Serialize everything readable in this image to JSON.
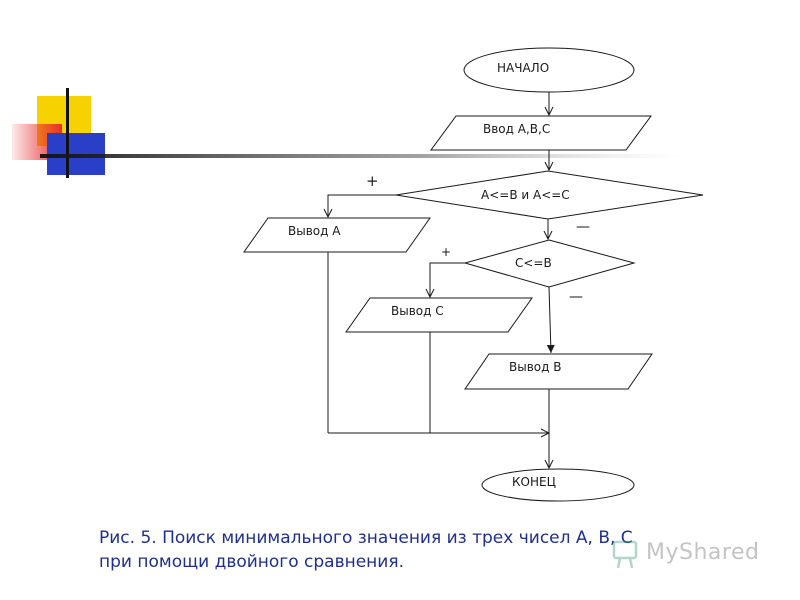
{
  "nodes": {
    "start": "НАЧАЛО",
    "input": "Ввод A,B,C",
    "cond1": "A<=B и A<=C",
    "out_a": "Вывод A",
    "cond2": "C<=B",
    "out_c": "Вывод C",
    "out_b": "Вывод B",
    "end": "КОНЕЦ"
  },
  "branches": {
    "cond1_yes": "+",
    "cond1_no": "—",
    "cond2_yes": "+",
    "cond2_no": "—"
  },
  "caption": {
    "line1": "Рис. 5. Поиск минимального значения из трех чисел A, B, C",
    "line2": "при помощи двойного сравнения."
  },
  "watermark": "MyShared",
  "colors": {
    "caption": "#1f2f8f",
    "deco_yellow": "#f5d200",
    "deco_red": "#e83030",
    "deco_blue": "#2a3fc8",
    "line": "#1a1a1a"
  }
}
